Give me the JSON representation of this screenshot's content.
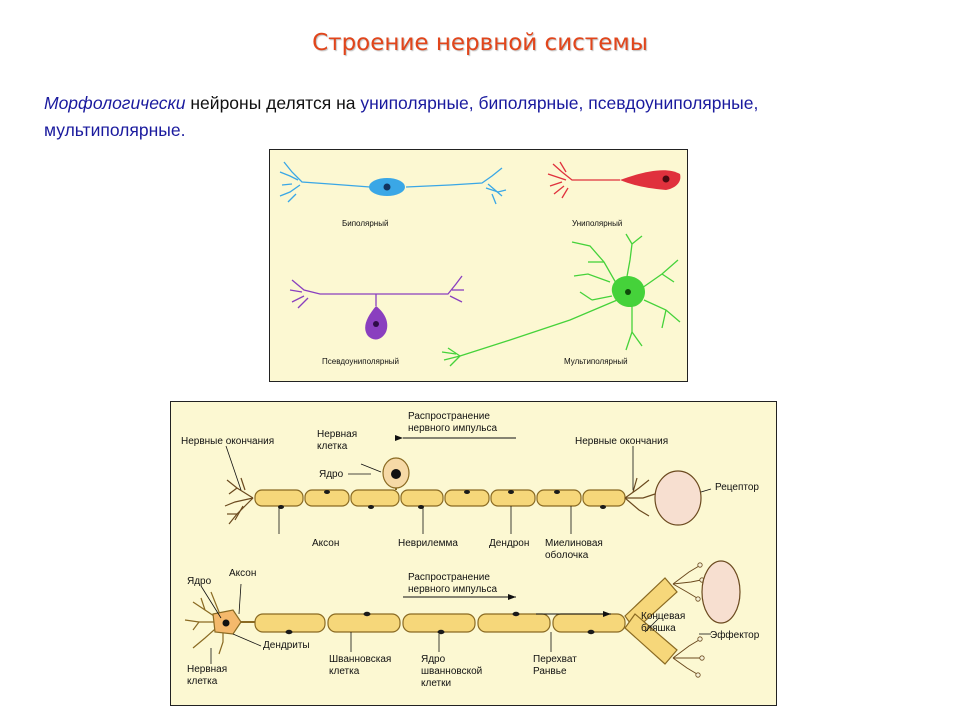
{
  "title": "Строение нервной системы",
  "intro": {
    "lead": "Морфологически",
    "middle": "нейроны делятся на",
    "types": "униполярные, биполярные, псевдоуниполярные, мультиполярные."
  },
  "neuron_types": {
    "bipolar": "Биполярный",
    "unipolar": "Униполярный",
    "pseudounipolar": "Псевдоуниполярный",
    "multipolar": "Мультиполярный",
    "colors": {
      "bipolar": "#3aa7e6",
      "unipolar": "#e0313d",
      "pseudounipolar": "#8a3fbf",
      "multipolar": "#45d23a"
    }
  },
  "sensory": {
    "propagation": "Распространение нервного импульса",
    "nerve_endings_left": "Нервные окончания",
    "nerve_cell": "Нервная клетка",
    "nucleus": "Ядро",
    "nerve_endings_right": "Нервные окончания",
    "receptor": "Рецептор",
    "axon": "Аксон",
    "neurilemma": "Неврилемма",
    "dendron": "Дендрон",
    "myelin": "Миелиновая оболочка"
  },
  "motor": {
    "nucleus": "Ядро",
    "axon": "Аксон",
    "propagation": "Распространение нервного импульса",
    "dendrites": "Дендриты",
    "nerve_cell": "Нервная клетка",
    "schwann_cell": "Шванновская клетка",
    "schwann_nucleus": "Ядро шванновской клетки",
    "ranvier": "Перехват Ранвье",
    "end_plate": "Концевая бляшка",
    "effector": "Эффектор"
  }
}
